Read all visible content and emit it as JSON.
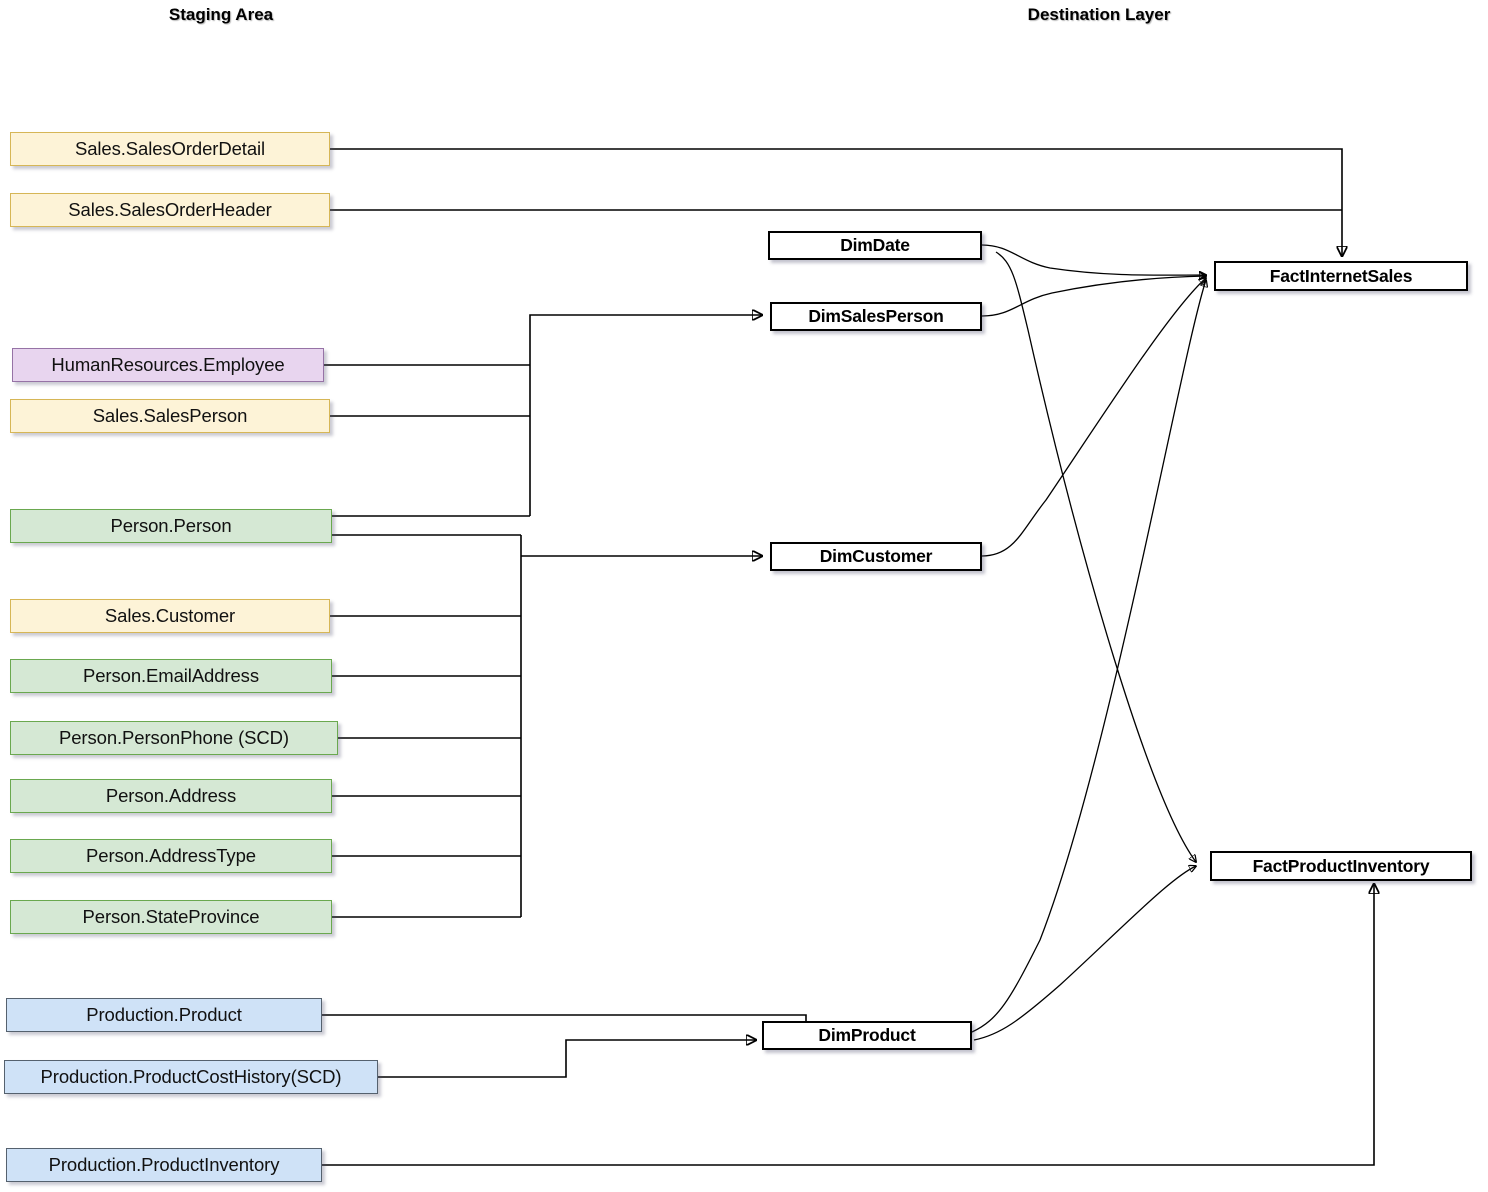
{
  "columns": {
    "staging_title": "Staging Area",
    "destination_title": "Destination Layer"
  },
  "colors": {
    "sales_fill": "#fdf3d7",
    "sales_stroke": "#d6b656",
    "hr_fill": "#e8d5ef",
    "hr_stroke": "#9673a6",
    "person_fill": "#d5e8d4",
    "person_stroke": "#6aa84f",
    "production_fill": "#cfe2f7",
    "production_stroke": "#55616e",
    "destination_fill": "#ffffff",
    "destination_stroke": "#000000",
    "edge": "#000000"
  },
  "staging_nodes": [
    {
      "id": "sales-salesorderdetail",
      "label": "Sales.SalesOrderDetail",
      "group": "sales"
    },
    {
      "id": "sales-salesorderheader",
      "label": "Sales.SalesOrderHeader",
      "group": "sales"
    },
    {
      "id": "hr-employee",
      "label": "HumanResources.Employee",
      "group": "hr"
    },
    {
      "id": "sales-salesperson",
      "label": "Sales.SalesPerson",
      "group": "sales"
    },
    {
      "id": "person-person",
      "label": "Person.Person",
      "group": "person"
    },
    {
      "id": "sales-customer",
      "label": "Sales.Customer",
      "group": "sales"
    },
    {
      "id": "person-emailaddress",
      "label": "Person.EmailAddress",
      "group": "person"
    },
    {
      "id": "person-personphone",
      "label": "Person.PersonPhone (SCD)",
      "group": "person"
    },
    {
      "id": "person-address",
      "label": "Person.Address",
      "group": "person"
    },
    {
      "id": "person-addresstype",
      "label": "Person.AddressType",
      "group": "person"
    },
    {
      "id": "person-stateprovince",
      "label": "Person.StateProvince",
      "group": "person"
    },
    {
      "id": "production-product",
      "label": "Production.Product",
      "group": "prod"
    },
    {
      "id": "production-costhistory",
      "label": "Production.ProductCostHistory(SCD)",
      "group": "prod"
    },
    {
      "id": "production-inventory",
      "label": "Production.ProductInventory",
      "group": "prod"
    }
  ],
  "destination_nodes": [
    {
      "id": "dimdate",
      "label": "DimDate",
      "kind": "dimension"
    },
    {
      "id": "dimsalesperson",
      "label": "DimSalesPerson",
      "kind": "dimension"
    },
    {
      "id": "dimcustomer",
      "label": "DimCustomer",
      "kind": "dimension"
    },
    {
      "id": "dimproduct",
      "label": "DimProduct",
      "kind": "dimension"
    },
    {
      "id": "factinternetsales",
      "label": "FactInternetSales",
      "kind": "fact"
    },
    {
      "id": "factproductinventory",
      "label": "FactProductInventory",
      "kind": "fact"
    }
  ],
  "edges": [
    {
      "from": "sales-salesorderdetail",
      "to": "factinternetsales"
    },
    {
      "from": "sales-salesorderheader",
      "to": "factinternetsales"
    },
    {
      "from": "hr-employee",
      "to": "dimsalesperson"
    },
    {
      "from": "sales-salesperson",
      "to": "dimsalesperson"
    },
    {
      "from": "person-person",
      "to": "dimsalesperson"
    },
    {
      "from": "person-person",
      "to": "dimcustomer"
    },
    {
      "from": "sales-customer",
      "to": "dimcustomer"
    },
    {
      "from": "person-emailaddress",
      "to": "dimcustomer"
    },
    {
      "from": "person-personphone",
      "to": "dimcustomer"
    },
    {
      "from": "person-address",
      "to": "dimcustomer"
    },
    {
      "from": "person-addresstype",
      "to": "dimcustomer"
    },
    {
      "from": "person-stateprovince",
      "to": "dimcustomer"
    },
    {
      "from": "production-product",
      "to": "dimproduct"
    },
    {
      "from": "production-costhistory",
      "to": "dimproduct"
    },
    {
      "from": "production-inventory",
      "to": "factproductinventory"
    },
    {
      "from": "dimdate",
      "to": "factinternetsales"
    },
    {
      "from": "dimdate",
      "to": "factproductinventory"
    },
    {
      "from": "dimsalesperson",
      "to": "factinternetsales"
    },
    {
      "from": "dimcustomer",
      "to": "factinternetsales"
    },
    {
      "from": "dimproduct",
      "to": "factinternetsales"
    },
    {
      "from": "dimproduct",
      "to": "factproductinventory"
    }
  ]
}
